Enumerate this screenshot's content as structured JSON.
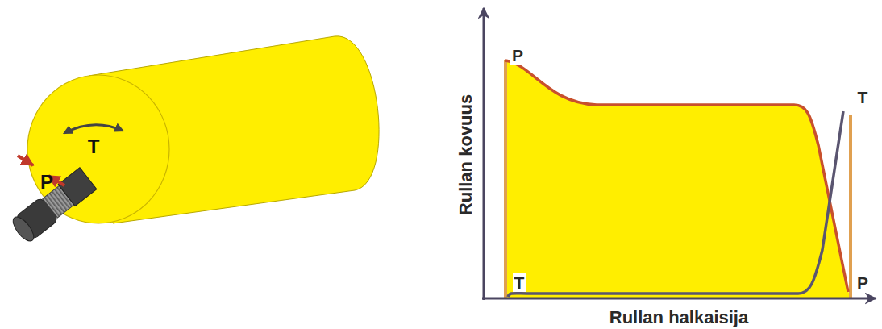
{
  "diagram": {
    "labels": [
      "T",
      "P",
      "P",
      "T",
      "T",
      "P",
      "Rullan kovuus",
      "Rullan halkaisija"
    ]
  }
}
